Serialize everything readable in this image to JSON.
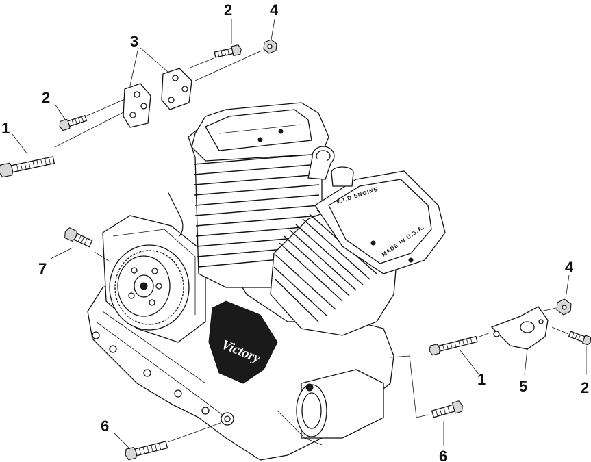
{
  "callouts": [
    {
      "id": "c1a",
      "label": "1"
    },
    {
      "id": "c2a",
      "label": "2"
    },
    {
      "id": "c3",
      "label": "3"
    },
    {
      "id": "c2b",
      "label": "2"
    },
    {
      "id": "c4a",
      "label": "4"
    },
    {
      "id": "c7",
      "label": "7"
    },
    {
      "id": "c4b",
      "label": "4"
    },
    {
      "id": "c1b",
      "label": "1"
    },
    {
      "id": "c5",
      "label": "5"
    },
    {
      "id": "c2c",
      "label": "2"
    },
    {
      "id": "c6a",
      "label": "6"
    },
    {
      "id": "c6b",
      "label": "6"
    }
  ],
  "engine": {
    "logo": "Victory",
    "stamp_made_in": "MADE IN U.S.A.",
    "stamp_front": "V.T.D.ENGINE"
  }
}
